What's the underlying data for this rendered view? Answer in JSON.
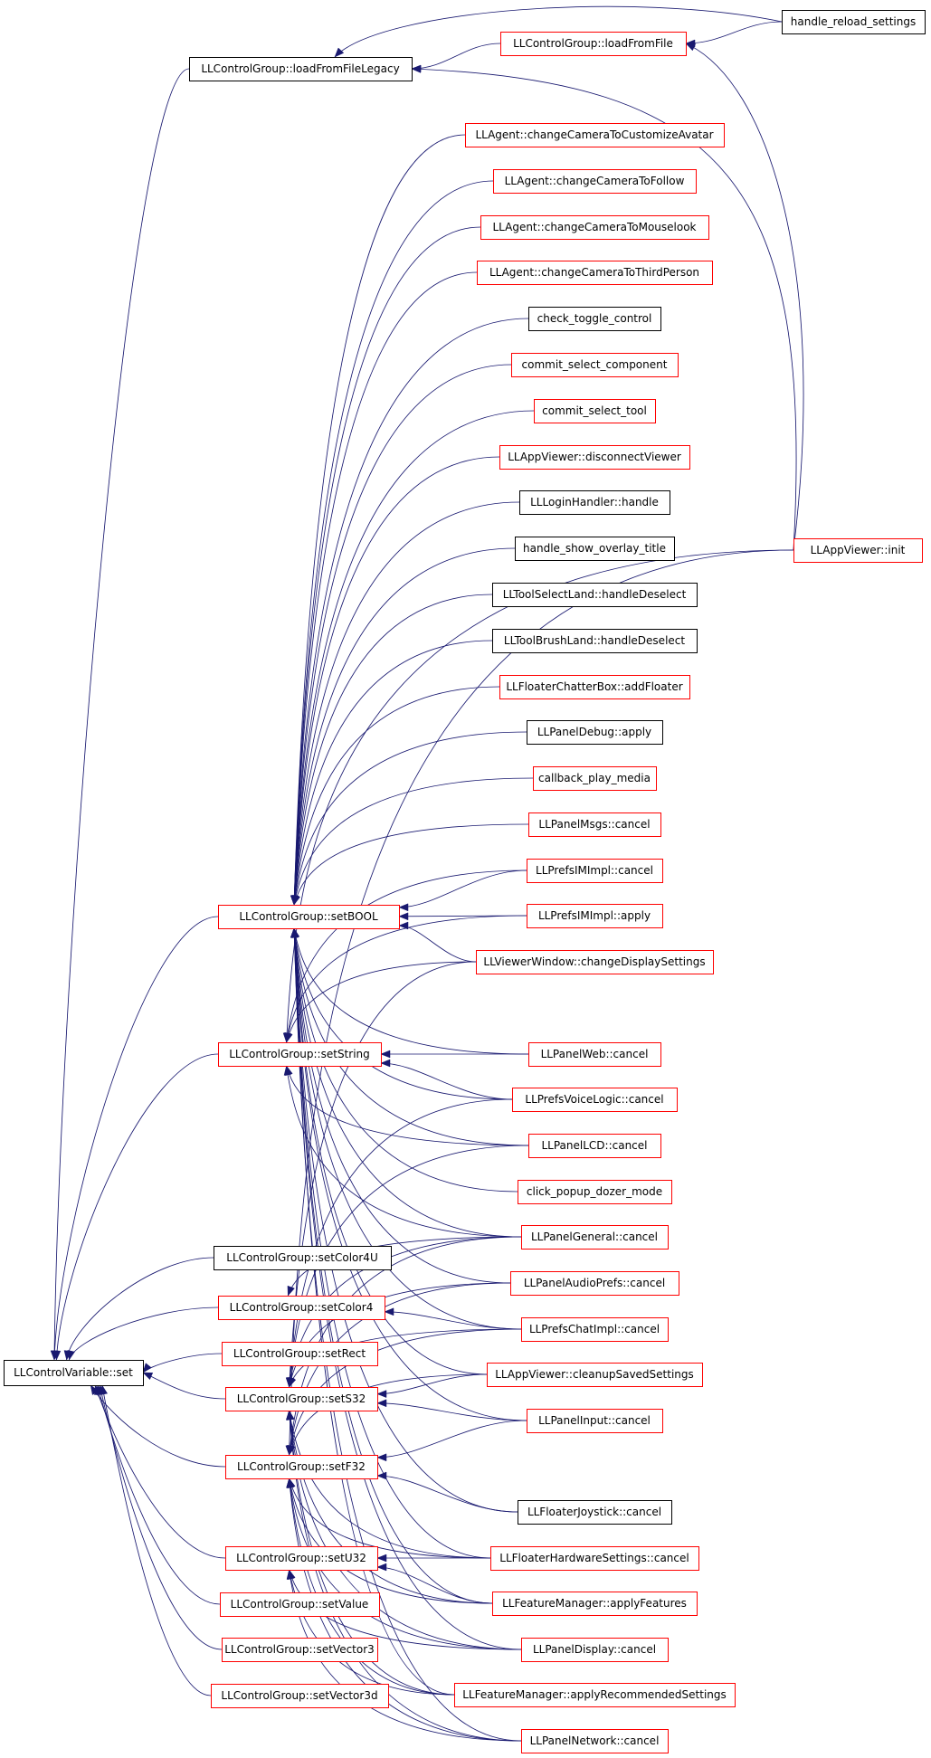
{
  "colors": {
    "edge": "#191970",
    "documented_border": "#000000",
    "undocumented_border": "#ff0000",
    "root_fill": "#bfbfbf"
  },
  "nodes": [
    {
      "id": "root",
      "label": "LLControlVariable::set",
      "border": "black",
      "root": true
    },
    {
      "id": "lff",
      "label": "LLControlGroup::loadFromFile",
      "border": "red"
    },
    {
      "id": "lffl",
      "label": "LLControlGroup::loadFromFileLegacy",
      "border": "black"
    },
    {
      "id": "hrs",
      "label": "handle_reload_settings",
      "border": "black"
    },
    {
      "id": "init",
      "label": "LLAppViewer::init",
      "border": "red"
    },
    {
      "id": "ag1",
      "label": "LLAgent::changeCameraToCustomizeAvatar",
      "border": "red"
    },
    {
      "id": "ag2",
      "label": "LLAgent::changeCameraToFollow",
      "border": "red"
    },
    {
      "id": "ag3",
      "label": "LLAgent::changeCameraToMouselook",
      "border": "red"
    },
    {
      "id": "ag4",
      "label": "LLAgent::changeCameraToThirdPerson",
      "border": "red"
    },
    {
      "id": "ctc",
      "label": "check_toggle_control",
      "border": "black"
    },
    {
      "id": "csc",
      "label": "commit_select_component",
      "border": "red"
    },
    {
      "id": "cst",
      "label": "commit_select_tool",
      "border": "red"
    },
    {
      "id": "dv",
      "label": "LLAppViewer::disconnectViewer",
      "border": "red"
    },
    {
      "id": "lh",
      "label": "LLLoginHandler::handle",
      "border": "black"
    },
    {
      "id": "hsot",
      "label": "handle_show_overlay_title",
      "border": "black"
    },
    {
      "id": "tsl",
      "label": "LLToolSelectLand::handleDeselect",
      "border": "black"
    },
    {
      "id": "tbl",
      "label": "LLToolBrushLand::handleDeselect",
      "border": "black"
    },
    {
      "id": "fcb",
      "label": "LLFloaterChatterBox::addFloater",
      "border": "red"
    },
    {
      "id": "pd",
      "label": "LLPanelDebug::apply",
      "border": "black"
    },
    {
      "id": "cpm",
      "label": "callback_play_media",
      "border": "red"
    },
    {
      "id": "pmc",
      "label": "LLPanelMsgs::cancel",
      "border": "red"
    },
    {
      "id": "pimc",
      "label": "LLPrefsIMImpl::cancel",
      "border": "red"
    },
    {
      "id": "pima",
      "label": "LLPrefsIMImpl::apply",
      "border": "red"
    },
    {
      "id": "vw",
      "label": "LLViewerWindow::changeDisplaySettings",
      "border": "red"
    },
    {
      "id": "sb",
      "label": "LLControlGroup::setBOOL",
      "border": "red"
    },
    {
      "id": "ss",
      "label": "LLControlGroup::setString",
      "border": "red"
    },
    {
      "id": "pw",
      "label": "LLPanelWeb::cancel",
      "border": "red"
    },
    {
      "id": "pvl",
      "label": "LLPrefsVoiceLogic::cancel",
      "border": "red"
    },
    {
      "id": "plcd",
      "label": "LLPanelLCD::cancel",
      "border": "red"
    },
    {
      "id": "cpd",
      "label": "click_popup_dozer_mode",
      "border": "red"
    },
    {
      "id": "pg",
      "label": "LLPanelGeneral::cancel",
      "border": "red"
    },
    {
      "id": "sc4u",
      "label": "LLControlGroup::setColor4U",
      "border": "black"
    },
    {
      "id": "pap",
      "label": "LLPanelAudioPrefs::cancel",
      "border": "red"
    },
    {
      "id": "sc4",
      "label": "LLControlGroup::setColor4",
      "border": "red"
    },
    {
      "id": "pci",
      "label": "LLPrefsChatImpl::cancel",
      "border": "red"
    },
    {
      "id": "sr",
      "label": "LLControlGroup::setRect",
      "border": "red"
    },
    {
      "id": "avc",
      "label": "LLAppViewer::cleanupSavedSettings",
      "border": "red"
    },
    {
      "id": "s32",
      "label": "LLControlGroup::setS32",
      "border": "red"
    },
    {
      "id": "pic",
      "label": "LLPanelInput::cancel",
      "border": "red"
    },
    {
      "id": "f32",
      "label": "LLControlGroup::setF32",
      "border": "red"
    },
    {
      "id": "fj",
      "label": "LLFloaterJoystick::cancel",
      "border": "black"
    },
    {
      "id": "fhs",
      "label": "LLFloaterHardwareSettings::cancel",
      "border": "red"
    },
    {
      "id": "u32",
      "label": "LLControlGroup::setU32",
      "border": "red"
    },
    {
      "id": "fma",
      "label": "LLFeatureManager::applyFeatures",
      "border": "red"
    },
    {
      "id": "sv",
      "label": "LLControlGroup::setValue",
      "border": "red"
    },
    {
      "id": "pdc",
      "label": "LLPanelDisplay::cancel",
      "border": "red"
    },
    {
      "id": "sv3",
      "label": "LLControlGroup::setVector3",
      "border": "red"
    },
    {
      "id": "fmr",
      "label": "LLFeatureManager::applyRecommendedSettings",
      "border": "red"
    },
    {
      "id": "sv3d",
      "label": "LLControlGroup::setVector3d",
      "border": "red"
    },
    {
      "id": "pn",
      "label": "LLPanelNetwork::cancel",
      "border": "red"
    }
  ],
  "edges": [
    [
      "lffl",
      "root"
    ],
    [
      "sb",
      "root"
    ],
    [
      "ss",
      "root"
    ],
    [
      "sc4u",
      "root"
    ],
    [
      "sc4",
      "root"
    ],
    [
      "sr",
      "root"
    ],
    [
      "s32",
      "root"
    ],
    [
      "f32",
      "root"
    ],
    [
      "u32",
      "root"
    ],
    [
      "sv",
      "root"
    ],
    [
      "sv3",
      "root"
    ],
    [
      "sv3d",
      "root"
    ],
    [
      "lff",
      "lffl"
    ],
    [
      "hrs",
      "lffl"
    ],
    [
      "init",
      "lffl"
    ],
    [
      "hrs",
      "lff"
    ],
    [
      "init",
      "lff"
    ],
    [
      "ag1",
      "sb"
    ],
    [
      "ag2",
      "sb"
    ],
    [
      "ag3",
      "sb"
    ],
    [
      "ag4",
      "sb"
    ],
    [
      "ctc",
      "sb"
    ],
    [
      "csc",
      "sb"
    ],
    [
      "cst",
      "sb"
    ],
    [
      "dv",
      "sb"
    ],
    [
      "lh",
      "sb"
    ],
    [
      "hsot",
      "sb"
    ],
    [
      "tsl",
      "sb"
    ],
    [
      "tbl",
      "sb"
    ],
    [
      "fcb",
      "sb"
    ],
    [
      "pd",
      "sb"
    ],
    [
      "cpm",
      "sb"
    ],
    [
      "pmc",
      "sb"
    ],
    [
      "pimc",
      "sb"
    ],
    [
      "pima",
      "sb"
    ],
    [
      "vw",
      "sb"
    ],
    [
      "pw",
      "sb"
    ],
    [
      "pvl",
      "sb"
    ],
    [
      "plcd",
      "sb"
    ],
    [
      "cpd",
      "sb"
    ],
    [
      "pg",
      "sb"
    ],
    [
      "pap",
      "sb"
    ],
    [
      "pci",
      "sb"
    ],
    [
      "avc",
      "sb"
    ],
    [
      "pic",
      "sb"
    ],
    [
      "fj",
      "sb"
    ],
    [
      "fhs",
      "sb"
    ],
    [
      "fma",
      "sb"
    ],
    [
      "pdc",
      "sb"
    ],
    [
      "fmr",
      "sb"
    ],
    [
      "pn",
      "sb"
    ],
    [
      "pimc",
      "ss"
    ],
    [
      "pima",
      "ss"
    ],
    [
      "vw",
      "ss"
    ],
    [
      "init",
      "ss"
    ],
    [
      "pw",
      "ss"
    ],
    [
      "pvl",
      "ss"
    ],
    [
      "plcd",
      "ss"
    ],
    [
      "pg",
      "ss"
    ],
    [
      "pg",
      "sc4"
    ],
    [
      "pci",
      "sc4"
    ],
    [
      "pg",
      "s32"
    ],
    [
      "pap",
      "s32"
    ],
    [
      "pci",
      "s32"
    ],
    [
      "avc",
      "s32"
    ],
    [
      "pic",
      "s32"
    ],
    [
      "fhs",
      "s32"
    ],
    [
      "fma",
      "s32"
    ],
    [
      "pdc",
      "s32"
    ],
    [
      "fmr",
      "s32"
    ],
    [
      "pn",
      "s32"
    ],
    [
      "vw",
      "s32"
    ],
    [
      "plcd",
      "s32"
    ],
    [
      "pvl",
      "s32"
    ],
    [
      "pg",
      "f32"
    ],
    [
      "pci",
      "f32"
    ],
    [
      "avc",
      "f32"
    ],
    [
      "pic",
      "f32"
    ],
    [
      "fj",
      "f32"
    ],
    [
      "fhs",
      "f32"
    ],
    [
      "fma",
      "f32"
    ],
    [
      "pdc",
      "f32"
    ],
    [
      "fmr",
      "f32"
    ],
    [
      "pn",
      "f32"
    ],
    [
      "init",
      "f32"
    ],
    [
      "pap",
      "f32"
    ],
    [
      "fhs",
      "u32"
    ],
    [
      "fma",
      "u32"
    ],
    [
      "pdc",
      "u32"
    ],
    [
      "fmr",
      "u32"
    ],
    [
      "pn",
      "u32"
    ]
  ]
}
